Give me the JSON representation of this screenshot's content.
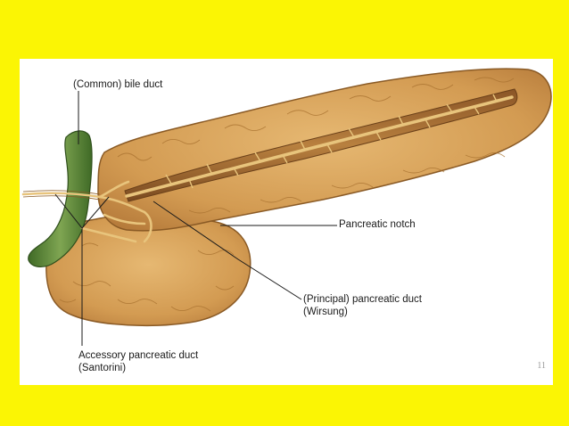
{
  "labels": {
    "common_bile_duct": "(Common) bile duct",
    "pancreatic_notch": "Pancreatic notch",
    "principal_duct_line1": "(Principal) pancreatic duct",
    "principal_duct_line2": "(Wirsung)",
    "accessory_duct_line1": "Accessory pancreatic duct",
    "accessory_duct_line2": "(Santorini)"
  },
  "page_number": "11",
  "colors": {
    "background": "#fbf504",
    "slide": "#ffffff",
    "pancreas_tissue": "#d9a35a",
    "pancreas_outline": "#8a5a25",
    "duct": "#e8c47c",
    "bile_duct": "#5f8a3a",
    "leader_line": "#1a1a1a"
  }
}
